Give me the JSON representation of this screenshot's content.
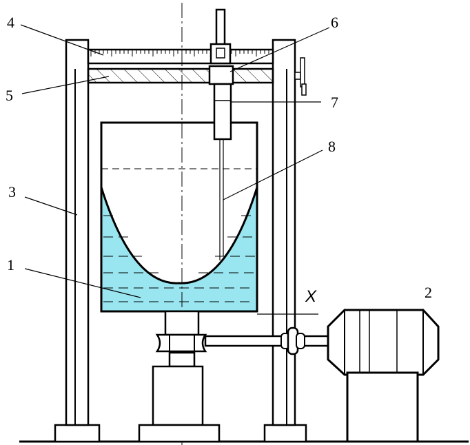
{
  "colors": {
    "liquid": "#99E6F0",
    "stroke": "#000000",
    "background": "#FFFFFF"
  },
  "labels": {
    "l1": "1",
    "l2": "2",
    "l3": "3",
    "l4": "4",
    "l5": "5",
    "l6": "6",
    "l7": "7",
    "l8": "8",
    "x_axis": "X"
  }
}
